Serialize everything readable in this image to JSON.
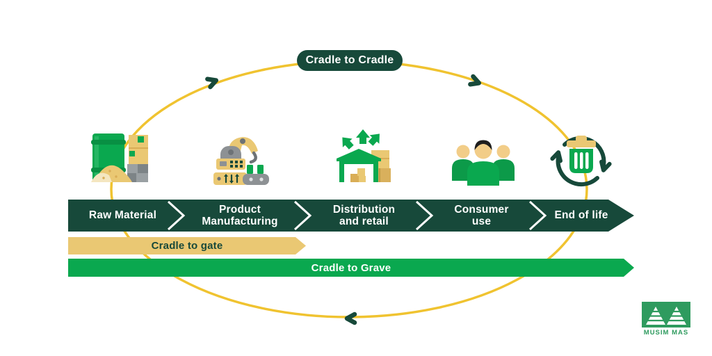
{
  "diagram": {
    "cycle_label": "Cradle to Cradle",
    "stages": [
      {
        "label": "Raw Material"
      },
      {
        "label": "Product\nManufacturing"
      },
      {
        "label": "Distribution\nand retail"
      },
      {
        "label": "Consumer\nuse"
      },
      {
        "label": "End of life"
      }
    ],
    "scope_bars": [
      {
        "label": "Cradle to gate"
      },
      {
        "label": "Cradle to Grave"
      }
    ]
  },
  "logo": {
    "text": "MUSIM MAS"
  },
  "colors": {
    "dark_green": "#17493a",
    "green": "#0aa84f",
    "yellow": "#f0c330",
    "tan": "#eac873",
    "logo_green": "#2f9b5f"
  }
}
